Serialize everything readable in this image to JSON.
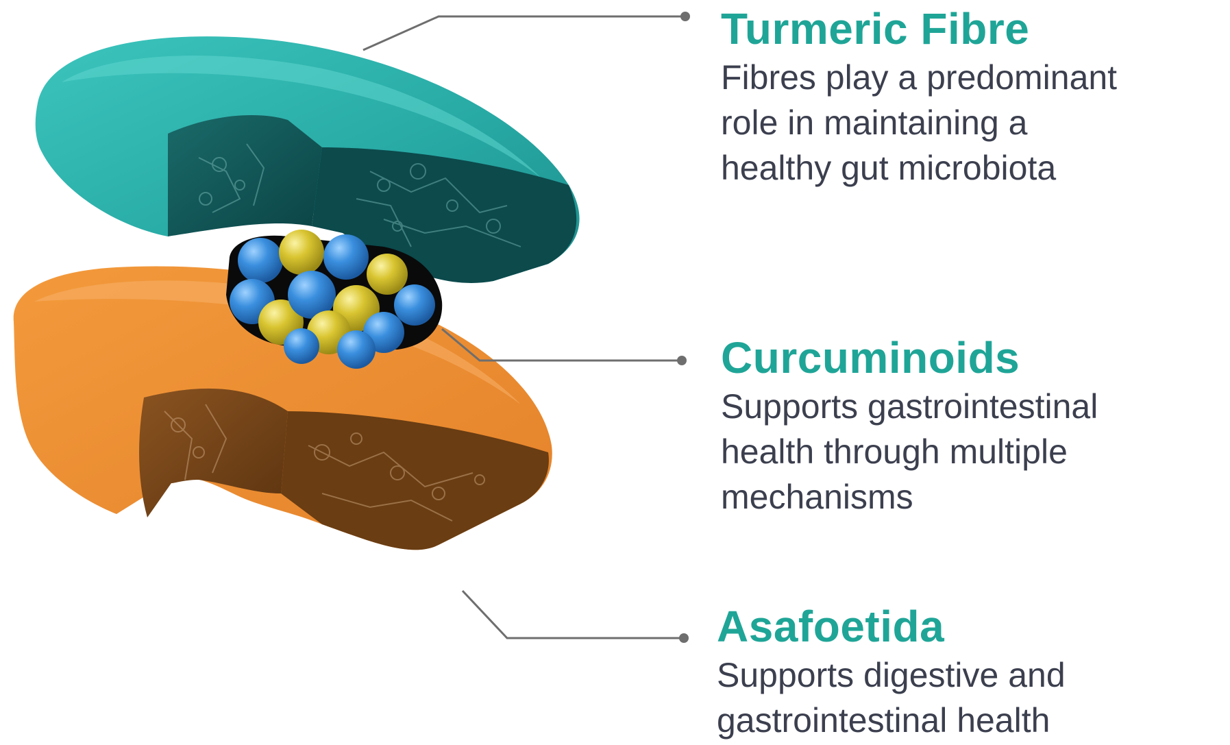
{
  "colors": {
    "title": "#1fa597",
    "body_text": "#3b3f4e",
    "leader_line": "#6e6e6e",
    "teal_face": "#2bb3ad",
    "teal_dark": "#0f5557",
    "orange_face": "#ec8d33",
    "orange_dark": "#6e3f12",
    "sphere_blue": "#2f86d6",
    "sphere_yellow": "#d9c531"
  },
  "labels": [
    {
      "title": "Turmeric Fibre",
      "description": "Fibres play a predominant\nrole in maintaining a\nhealthy gut microbiota"
    },
    {
      "title": "Curcuminoids",
      "description": "Supports gastrointestinal\nhealth through multiple\nmechanisms"
    },
    {
      "title": "Asafoetida",
      "description": "Supports digestive and\ngastrointestinal health"
    }
  ]
}
